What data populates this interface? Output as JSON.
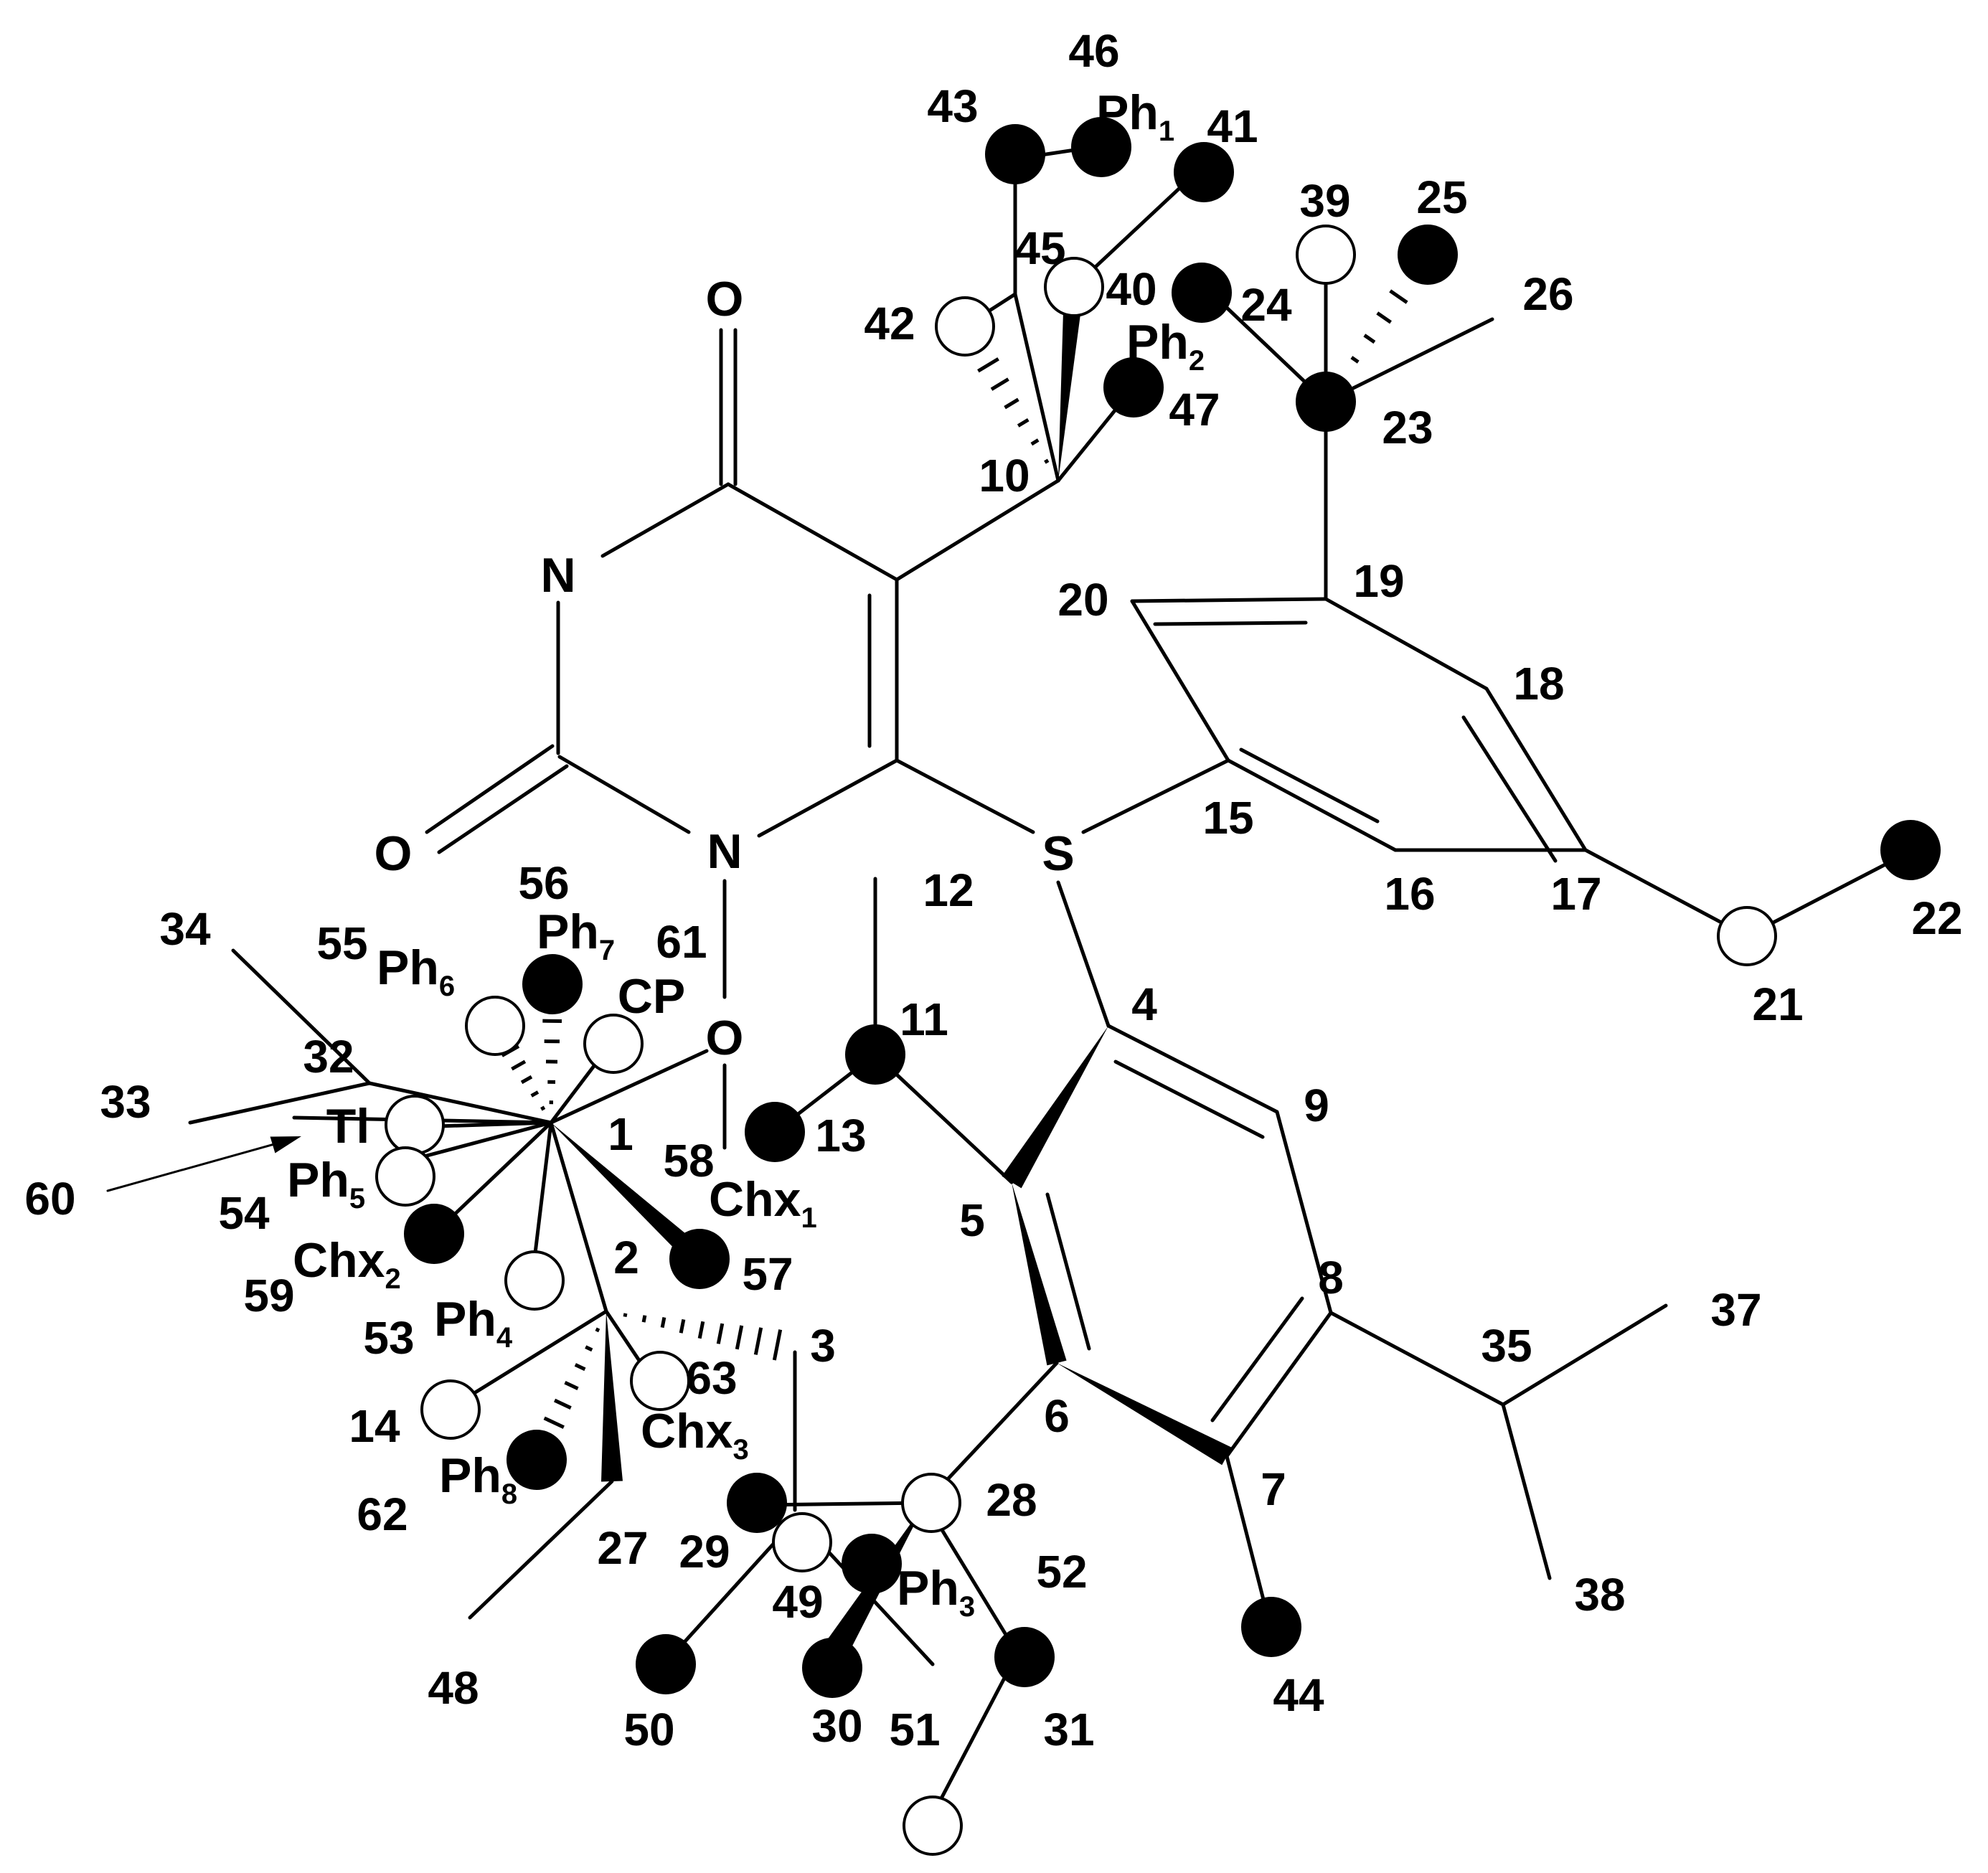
{
  "colors": {
    "ink": "#000000",
    "open_atom": "#ffffff"
  },
  "elements": {
    "o_top": "O",
    "o_left": "O",
    "n_upper": "N",
    "n_lower": "N",
    "o_mid": "O",
    "s": "S"
  },
  "labels": {
    "l1": "1",
    "l2": "2",
    "l3": "3",
    "l4": "4",
    "l5": "5",
    "l6": "6",
    "l7": "7",
    "l8": "8",
    "l9": "9",
    "l10": "10",
    "l11": "11",
    "l12": "12",
    "l13": "13",
    "l14": "14",
    "l15": "15",
    "l16": "16",
    "l17": "17",
    "l18": "18",
    "l19": "19",
    "l20": "20",
    "l21": "21",
    "l22": "22",
    "l23": "23",
    "l24": "24",
    "l25": "25",
    "l26": "26",
    "l27": "27",
    "l28": "28",
    "l29": "29",
    "l30": "30",
    "l31": "31",
    "l32": "32",
    "l33": "33",
    "l34": "34",
    "l35": "35",
    "l37": "37",
    "l38": "38",
    "l39": "39",
    "l40": "40",
    "l41": "41",
    "l42": "42",
    "l43": "43",
    "l44": "44",
    "l45": "45",
    "l46": "46",
    "l47": "47",
    "l48": "48",
    "l49": "49",
    "l50": "50",
    "l51": "51",
    "l52": "52",
    "l53": "53",
    "l54": "54",
    "l55": "55",
    "l56": "56",
    "l57": "57",
    "l58": "58",
    "l59": "59",
    "l60": "60",
    "l61": "61",
    "l62": "62",
    "l63": "63",
    "cp": "CP",
    "tl": "Tl"
  },
  "groups": {
    "ph1": {
      "base": "Ph",
      "sub": "1"
    },
    "ph2": {
      "base": "Ph",
      "sub": "2"
    },
    "ph3": {
      "base": "Ph",
      "sub": "3"
    },
    "ph4": {
      "base": "Ph",
      "sub": "4"
    },
    "ph5": {
      "base": "Ph",
      "sub": "5"
    },
    "ph6": {
      "base": "Ph",
      "sub": "6"
    },
    "ph7": {
      "base": "Ph",
      "sub": "7"
    },
    "ph8": {
      "base": "Ph",
      "sub": "8"
    },
    "chx1": {
      "base": "Chx",
      "sub": "1"
    },
    "chx2": {
      "base": "Chx",
      "sub": "2"
    },
    "chx3": {
      "base": "Chx",
      "sub": "3"
    }
  }
}
